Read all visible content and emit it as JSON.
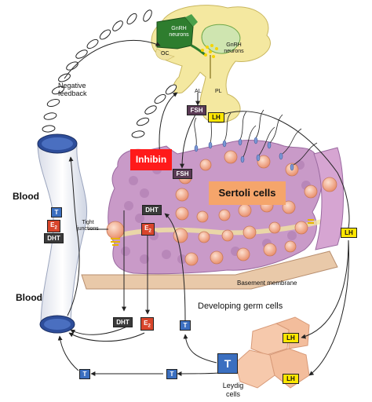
{
  "labels": {
    "gnrh_dark": "GnRH\nneurons",
    "gnrh_light": "GnRH\nneurons",
    "oc": "OC",
    "al": "AL",
    "pl": "PL",
    "negative_feedback": "Negative\nfeedback",
    "blood_top": "Blood",
    "blood_bottom": "Blood",
    "tight_junctions": "Tight\njunctions",
    "inhibin": "Inhibin",
    "sertoli_cells": "Sertoli cells",
    "basement_membrane": "Basement membrane",
    "developing_germ_cells": "Developing germ cells",
    "leydig_cells": "Leydig\ncells"
  },
  "hormones": {
    "fsh_pituitary": "FSH",
    "lh_pituitary": "LH",
    "fsh_sertoli": "FSH",
    "lh_right": "LH",
    "lh_leydig_top": "LH",
    "lh_leydig_bottom": "LH",
    "dht_inside": "DHT",
    "e2_inside": "E",
    "t_blood": "T",
    "e2_blood": "E",
    "dht_blood": "DHT",
    "dht_lower": "DHT",
    "e2_lower": "E",
    "t_lower": "T",
    "t_leydig": "T",
    "t_bottom_mid": "T",
    "t_bottom_left": "T",
    "subscript_2": "2"
  },
  "colors": {
    "red_box": "#ff1a1a",
    "orange_box": "#f5a56b",
    "lh_yellow": "#ffe600",
    "t_blue": "#3b6fc0",
    "e2_red": "#d8452b",
    "dht_dark": "#3a3a3a",
    "tissue_purple": "#c99ac8",
    "germ_cell_orange": "#f0a080",
    "leydig_peach": "#f6c9ac",
    "gnrh_green": "#2e7d2e",
    "pituitary_cream": "#f4e8a0"
  }
}
